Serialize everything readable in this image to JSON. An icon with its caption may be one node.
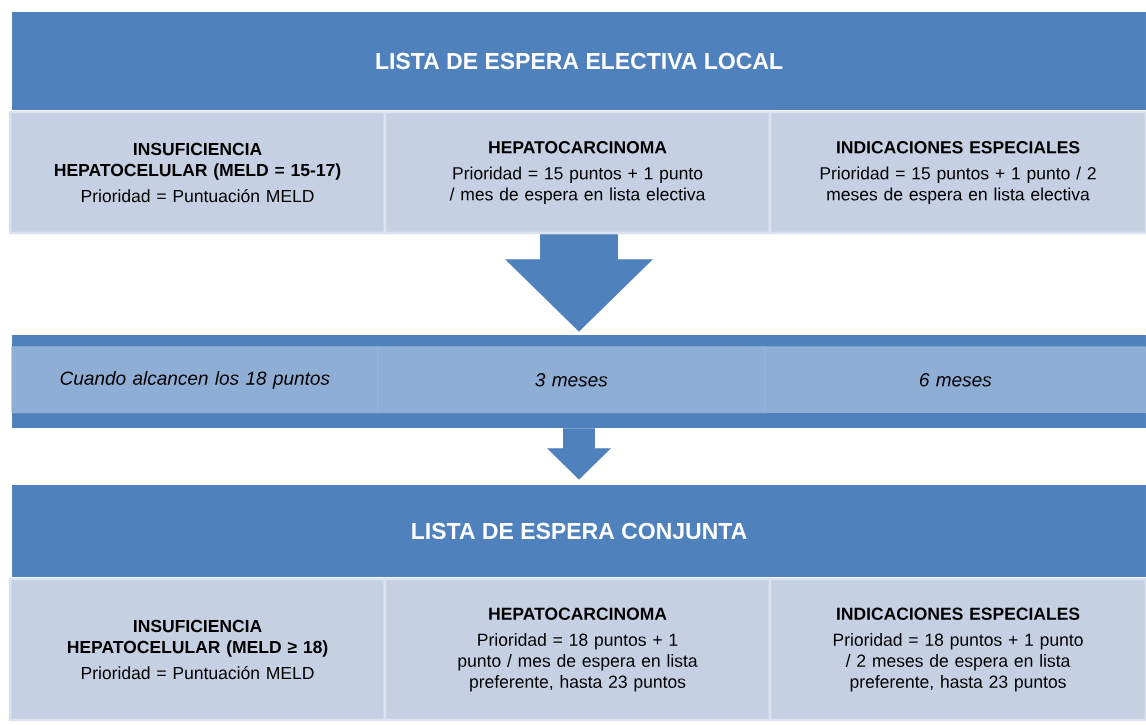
{
  "diagram": {
    "nodes": [
      {
        "text": [
          "LISTA DE ESPERA ELECTIVA LOCAL"
        ]
      },
      {
        "text": [
          "INSUFICIENCIA HEPATOCELULAR (MELD = 15-17)",
          "Prioridad = Puntuación MELD"
        ]
      },
      {
        "text": [
          "HEPATOCARCINOMA",
          "Prioridad = 15 puntos + 1 punto / mes de espera en lista electiva"
        ]
      },
      {
        "text": [
          "INDICACIONES ESPECIALES",
          "Prioridad = 15 puntos + 1 punto / 2 meses de espera en lista electiva"
        ]
      },
      {
        "text": [],
        "shape": "bar"
      },
      {
        "text": [
          "Cuando alcancen los 18 puntos"
        ],
        "in": 4
      },
      {
        "text": [
          "3 meses"
        ],
        "in": 4
      },
      {
        "text": [
          "6 meses"
        ],
        "in": 4
      },
      {
        "text": [
          "LISTA DE ESPERA CONJUNTA"
        ]
      },
      {
        "text": [
          "INSUFICIENCIA HEPATOCELULAR (MELD ≥ 18)",
          "Prioridad = Puntuación MELD"
        ]
      },
      {
        "text": [
          "HEPATOCARCINOMA",
          "Prioridad = 18 puntos + 1 punto / mes de espera en lista preferente, hasta 23 puntos"
        ]
      },
      {
        "text": [
          "INDICACIONES ESPECIALES",
          "Prioridad = 18 puntos + 1 punto / 2 meses de espera en lista preferente, hasta 23 puntos"
        ]
      }
    ],
    "edges": [
      {
        "from": 2,
        "to": 4,
        "arrow": "to"
      },
      {
        "from": 4,
        "to": 8,
        "arrow": "to"
      }
    ]
  }
}
